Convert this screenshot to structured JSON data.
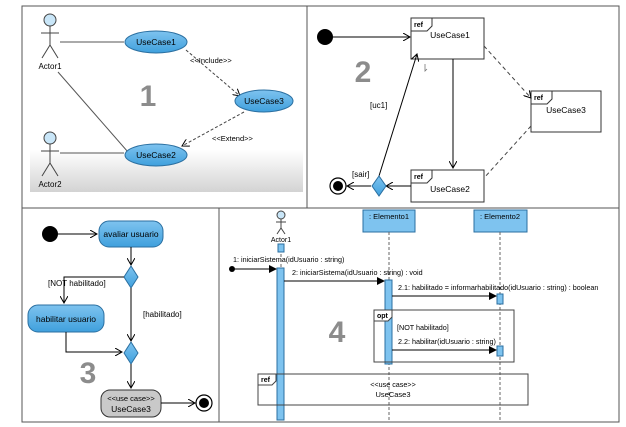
{
  "panels": [
    {
      "number": "1",
      "actors": [
        "Actor1",
        "Actor2"
      ],
      "usecases": [
        "UseCase1",
        "UseCase3",
        "UseCase2"
      ],
      "relations": {
        "include": "<<Include>>",
        "extend": "<<Extend>>"
      }
    },
    {
      "number": "2",
      "frames": [
        {
          "tag": "ref",
          "name": "UseCase1"
        },
        {
          "tag": "ref",
          "name": "UseCase3"
        },
        {
          "tag": "ref",
          "name": "UseCase2"
        }
      ],
      "guards": {
        "uc1": "[uc1]",
        "sair": "[sair]"
      }
    },
    {
      "number": "3",
      "actions": [
        "avaliar usuario",
        "habilitar usuario"
      ],
      "guards": {
        "not": "[NOT habilitado]",
        "yes": "[habilitado]"
      },
      "usecase_node": {
        "stereotype": "<<use case>>",
        "name": "UseCase3"
      }
    },
    {
      "number": "4",
      "lifelines": [
        ": Elemento1",
        ": Elemento2"
      ],
      "actor": "Actor1",
      "messages": [
        "1: iniciarSistema(idUsuario : string)",
        "2: iniciarSistema(idUsuario : string) : void",
        "2.1: habilitado = informarhabilitado(idUsuario : string) : boolean",
        "2.2: habilitar(idUsuario : string)"
      ],
      "opt": {
        "tag": "opt",
        "guard": "[NOT habilitado]"
      },
      "ref": {
        "tag": "ref",
        "stereotype": "<<use case>>",
        "name": "UseCase3"
      }
    }
  ]
}
